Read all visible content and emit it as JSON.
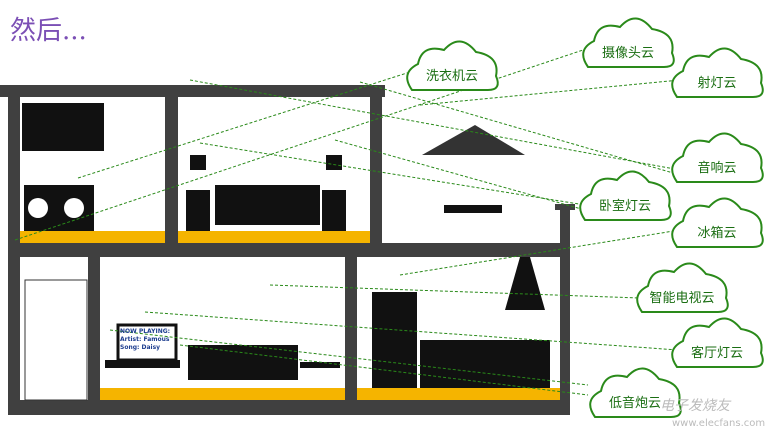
{
  "title": "然后...",
  "clouds": [
    "洗衣机云",
    "摄像头云",
    "射灯云",
    "音响云",
    "卧室灯云",
    "冰箱云",
    "智能电视云",
    "客厅灯云",
    "低音炮云"
  ],
  "tv": {
    "line1": "NOW PLAYING:",
    "line2": "Artist: Famous",
    "line3": "Song: Daisy"
  },
  "watermark": {
    "text": "电子发烧友",
    "url": "www.elecfans.com"
  },
  "colors": {
    "wall": "#404040",
    "floor": "#f5b400",
    "cloud": "#2a8a1a",
    "title": "#7b4fb5"
  }
}
